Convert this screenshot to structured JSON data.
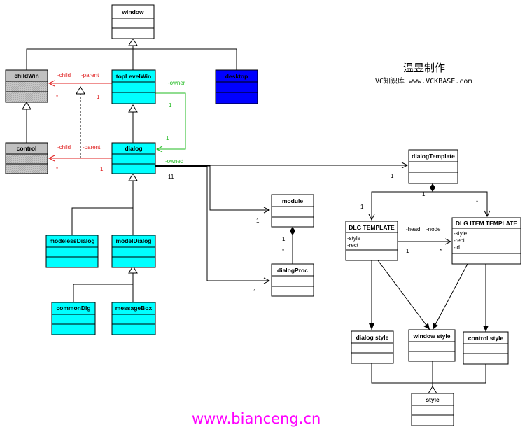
{
  "classes": {
    "window": "window",
    "childWin": "childWin",
    "topLevelWin": "topLevelWin",
    "desktop": "desktop",
    "control": "control",
    "dialog": "dialog",
    "modelessDialog": "modelessDialog",
    "modelDialog": "modelDialog",
    "commonDlg": "commonDlg",
    "messageBox": "messageBox",
    "module": "module",
    "dialogProc": "dialogProc",
    "dialogTemplate": "dialogTemplate",
    "dlgTemplate": "DLG TEMPLATE",
    "dlgItemTemplate": "DLG ITEM TEMPLATE",
    "dialogStyle": "dialog style",
    "windowStyle": "window style",
    "controlStyle": "control style",
    "style": "style"
  },
  "attributes": {
    "dlgTemplate": [
      "-style",
      "-rect"
    ],
    "dlgItemTemplate": [
      "-style",
      "-rect",
      "-id"
    ]
  },
  "labels": {
    "child": "-child",
    "parent": "-parent",
    "owner": "-owner",
    "owned": "-owned",
    "head": "-head",
    "node": "-node",
    "one": "1",
    "many": "*",
    "oneOne": "11"
  },
  "watermark": {
    "author": "温昱制作",
    "site": "VC知识库 www.VCKBASE.com"
  },
  "footer": "www.bianceng.cn",
  "colors": {
    "gray": "#c0c0c0",
    "cyan": "#00ffff",
    "blue": "#0000ff",
    "white": "#ffffff",
    "red": "#e02020",
    "green": "#22bb22",
    "magenta": "#ff00ff"
  }
}
